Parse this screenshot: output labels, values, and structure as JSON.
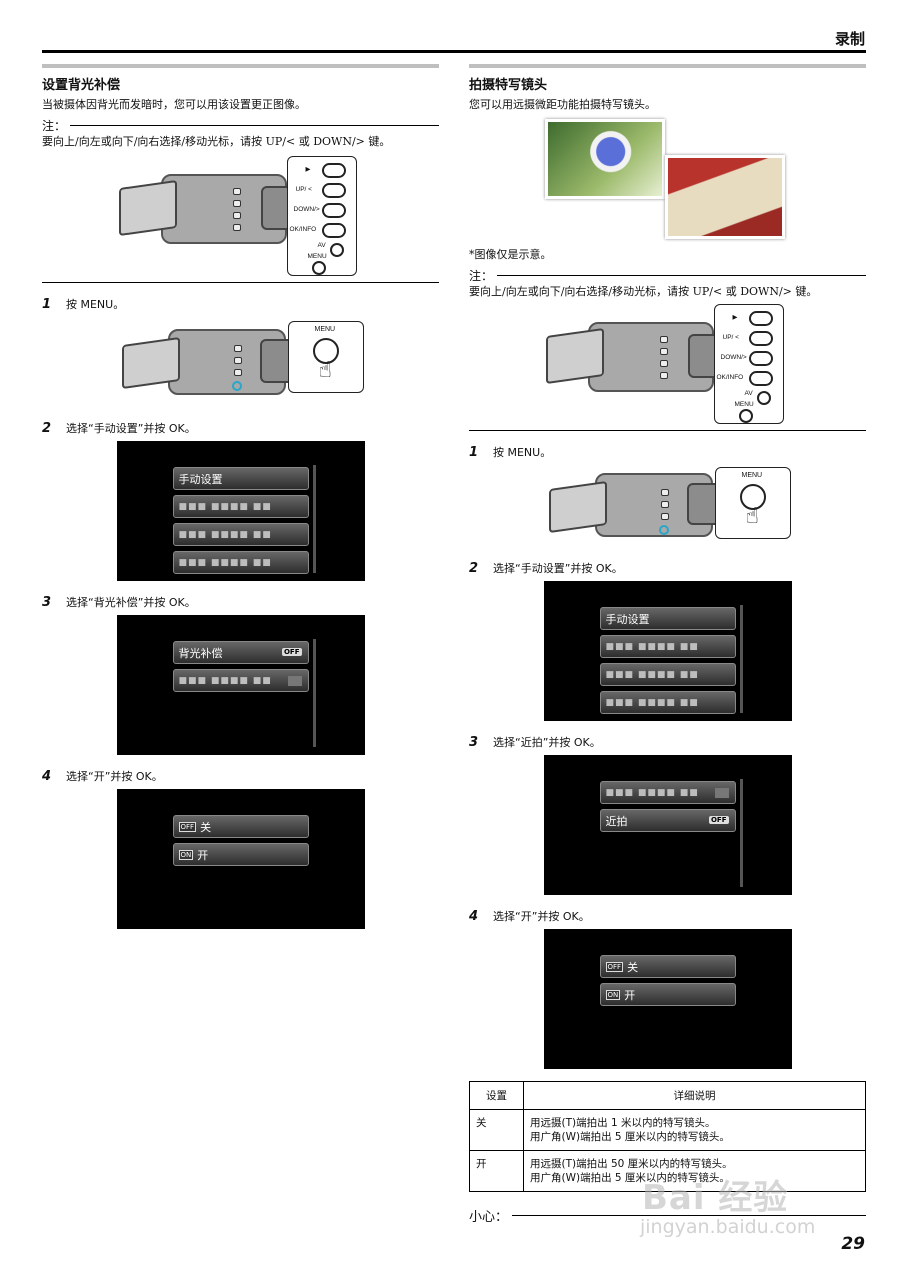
{
  "header": {
    "title": "录制"
  },
  "left": {
    "title": "设置背光补偿",
    "intro": "当被摄体因背光而发暗时，您可以用该设置更正图像。",
    "note_label": "注：",
    "note_text": "要向上/向左或向下/向右选择/移动光标，请按 UP/< 或 DOWN/> 键。",
    "steps": [
      {
        "num": "1",
        "text": "按 MENU。"
      },
      {
        "num": "2",
        "text": "选择“手动设置”并按 OK。"
      },
      {
        "num": "3",
        "text": "选择“背光补偿”并按 OK。"
      },
      {
        "num": "4",
        "text": "选择“开”并按 OK。"
      }
    ],
    "menu_manual": "手动设置",
    "menu_backlight": "背光补偿",
    "blurred": "■■■ ■■■■ ■■"
  },
  "right": {
    "title": "拍摄特写镜头",
    "intro": "您可以用远摄微距功能拍摄特写镜头。",
    "image_note": "*图像仅是示意。",
    "note_label": "注：",
    "note_text": "要向上/向左或向下/向右选择/移动光标，请按 UP/< 或 DOWN/> 键。",
    "steps": [
      {
        "num": "1",
        "text": "按 MENU。"
      },
      {
        "num": "2",
        "text": "选择“手动设置”并按 OK。"
      },
      {
        "num": "3",
        "text": "选择“近拍”并按 OK。"
      },
      {
        "num": "4",
        "text": "选择“开”并按 OK。"
      }
    ],
    "menu_manual": "手动设置",
    "menu_macro": "近拍",
    "blurred": "■■■ ■■■■ ■■"
  },
  "controls": {
    "up": "UP/ <",
    "down": "DOWN/>",
    "okinfo": "OK/INFO",
    "av": "AV",
    "menu": "MENU",
    "play": "▶"
  },
  "options": {
    "off_tag": "OFF",
    "on_tag": "ON",
    "off": "关",
    "on": "开"
  },
  "table": {
    "headers": [
      "设置",
      "详细说明"
    ],
    "rows": [
      {
        "setting": "关",
        "line1": "用远摄(T)端拍出 1 米以内的特写镜头。",
        "line2": "用广角(W)端拍出 5 厘米以内的特写镜头。"
      },
      {
        "setting": "开",
        "line1": "用远摄(T)端拍出 50 厘米以内的特写镜头。",
        "line2": "用广角(W)端拍出 5 厘米以内的特写镜头。"
      }
    ]
  },
  "caution_label": "小心：",
  "page_number": "29",
  "watermark": {
    "brand": "Bai 经验",
    "url": "jingyan.baidu.com"
  }
}
